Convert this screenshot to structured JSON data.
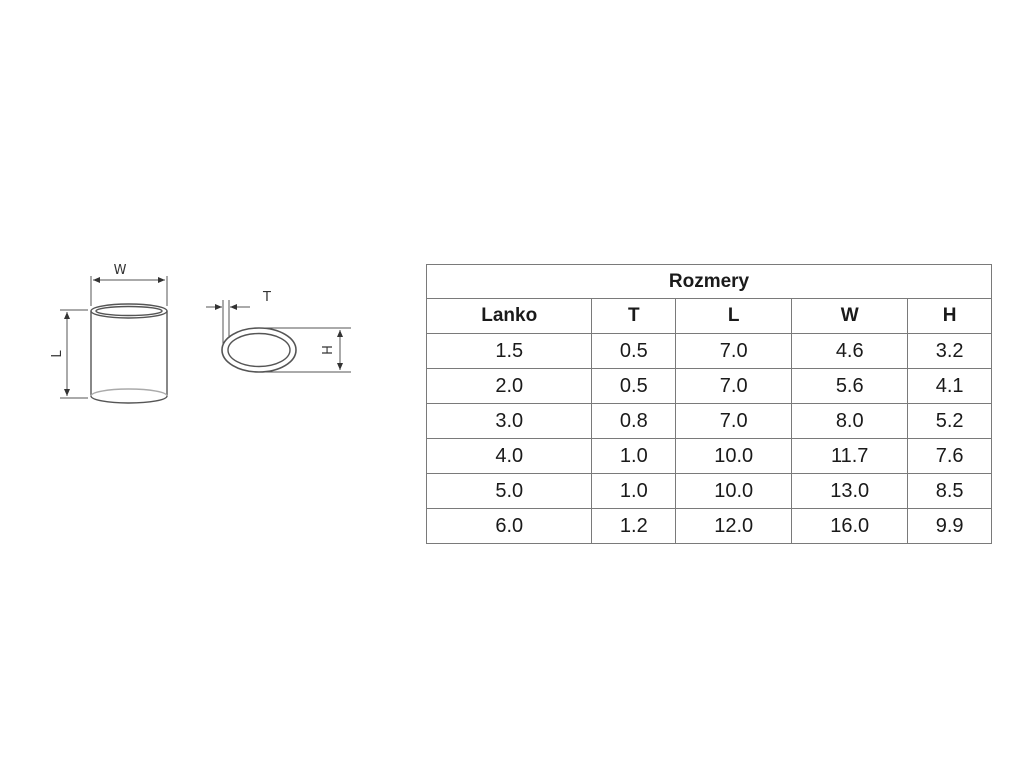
{
  "drawing": {
    "dim_labels": {
      "w": "W",
      "l": "L",
      "t": "T",
      "h": "H"
    }
  },
  "table": {
    "title": "Rozmery",
    "headers": [
      "Lanko",
      "T",
      "L",
      "W",
      "H"
    ],
    "rows": [
      [
        "1.5",
        "0.5",
        "7.0",
        "4.6",
        "3.2"
      ],
      [
        "2.0",
        "0.5",
        "7.0",
        "5.6",
        "4.1"
      ],
      [
        "3.0",
        "0.8",
        "7.0",
        "8.0",
        "5.2"
      ],
      [
        "4.0",
        "1.0",
        "10.0",
        "11.7",
        "7.6"
      ],
      [
        "5.0",
        "1.0",
        "10.0",
        "13.0",
        "8.5"
      ],
      [
        "6.0",
        "1.2",
        "12.0",
        "16.0",
        "9.9"
      ]
    ]
  }
}
